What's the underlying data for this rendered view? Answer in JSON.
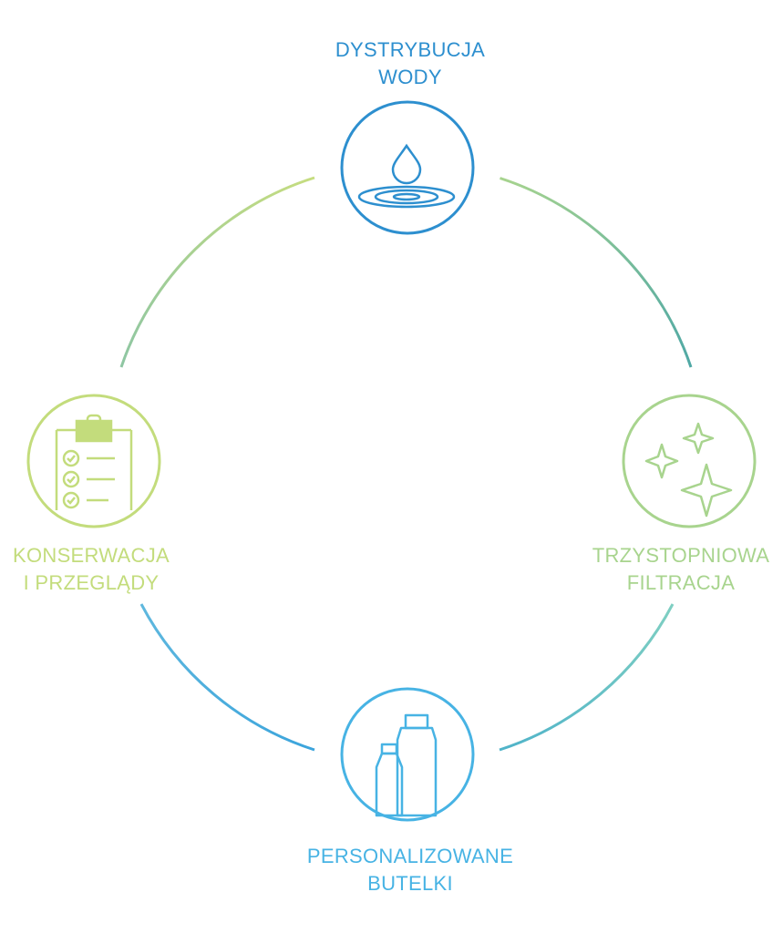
{
  "colors": {
    "blue_dark": "#2d8fcf",
    "blue_light": "#47b3e4",
    "green_light": "#c3dc7c",
    "green_soft": "#a8d48e",
    "teal": "#5fb6b4"
  },
  "nodes": {
    "top": {
      "line1": "DYSTRYBUCJA",
      "line2": "WODY",
      "icon": "water-drop-icon"
    },
    "right": {
      "line1": "TRZYSTOPNIOWA",
      "line2": "FILTRACJA",
      "icon": "sparkle-stars-icon"
    },
    "bottom": {
      "line1": "PERSONALIZOWANE",
      "line2": "BUTELKI",
      "icon": "bottles-icon"
    },
    "left": {
      "line1": "KONSERWACJA",
      "line2": "I PRZEGLĄDY",
      "icon": "clipboard-checklist-icon"
    }
  }
}
